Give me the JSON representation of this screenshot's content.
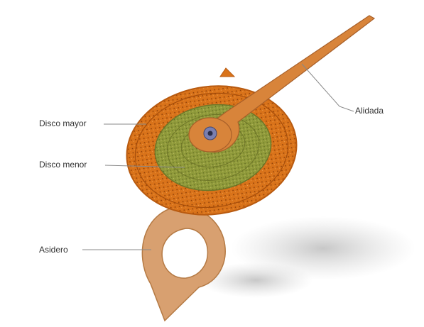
{
  "labels": {
    "disco_mayor": "Disco mayor",
    "disco_menor": "Disco menor",
    "asidero": "Asidero",
    "alidada": "Alidada"
  },
  "colors": {
    "disco_mayor": "#d9731a",
    "disco_menor": "#8f9a3a",
    "alidada": "#d8843a",
    "asidero": "#d8a070",
    "leader_line": "#888888",
    "text": "#333333"
  }
}
